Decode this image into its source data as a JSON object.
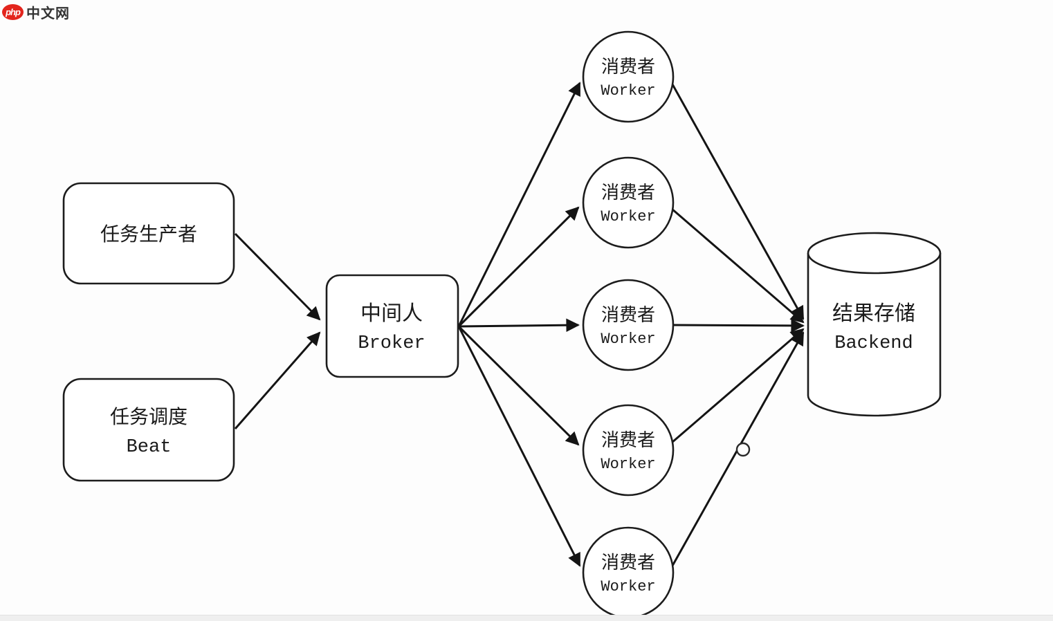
{
  "page": {
    "background": "#fdfdfd",
    "footer_bar_color": "#efefef"
  },
  "logo": {
    "badge_text": "php",
    "site_text": "中文网",
    "badge_color": "#e3251d",
    "text_color": "#333333"
  },
  "diagram": {
    "stroke_color": "#1c1c1c",
    "nodes": {
      "producer": {
        "label_cn": "任务生产者"
      },
      "beat": {
        "label_cn": "任务调度",
        "label_en": "Beat"
      },
      "broker": {
        "label_cn": "中间人",
        "label_en": "Broker"
      },
      "workers": [
        {
          "label_cn": "消费者",
          "label_en": "Worker"
        },
        {
          "label_cn": "消费者",
          "label_en": "Worker"
        },
        {
          "label_cn": "消费者",
          "label_en": "Worker"
        },
        {
          "label_cn": "消费者",
          "label_en": "Worker"
        },
        {
          "label_cn": "消费者",
          "label_en": "Worker"
        }
      ],
      "backend": {
        "label_cn": "结果存储",
        "label_en": "Backend"
      }
    }
  }
}
